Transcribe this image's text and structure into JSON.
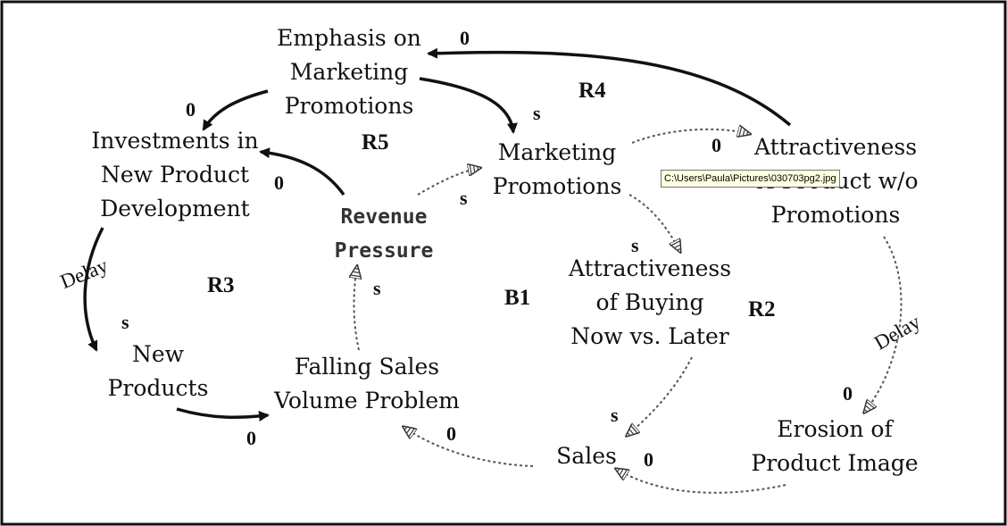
{
  "nodes": {
    "emphasis": [
      "Emphasis on",
      "Marketing",
      "Promotions"
    ],
    "investments": [
      "Investments in",
      "New Product",
      "Development"
    ],
    "marketing": [
      "Marketing",
      "Promotions"
    ],
    "attractiveness_product": [
      "Attractiveness",
      "of Product w/o",
      "Promotions"
    ],
    "revenue": [
      "Revenue",
      "Pressure"
    ],
    "attractiveness_buying": [
      "Attractiveness",
      "of Buying",
      "Now vs. Later"
    ],
    "new_products": [
      "New",
      "Products"
    ],
    "falling_sales": [
      "Falling Sales",
      "Volume Problem"
    ],
    "sales": [
      "Sales"
    ],
    "erosion": [
      "Erosion of",
      "Product Image"
    ]
  },
  "loops": {
    "r4": "R4",
    "r5": "R5",
    "r3": "R3",
    "b1": "B1",
    "r2": "R2"
  },
  "polarities": {
    "attr_to_emphasis": "0",
    "emphasis_to_investments": "0",
    "emphasis_to_marketing": "s",
    "attr_from_marketing": "0",
    "revenue_to_investments": "0",
    "revenue_to_marketing": "s",
    "marketing_to_buying": "s",
    "investments_to_new_products": "s",
    "falling_to_revenue": "s",
    "new_products_to_falling": "0",
    "sales_to_falling": "0",
    "buying_to_sales": "s",
    "sales_from_erosion": "0",
    "attr_to_erosion": "0"
  },
  "delays": {
    "left": "Delay",
    "right": "Delay"
  },
  "tooltip": "C:\\Users\\Paula\\Pictures\\030703pg2.jpg"
}
